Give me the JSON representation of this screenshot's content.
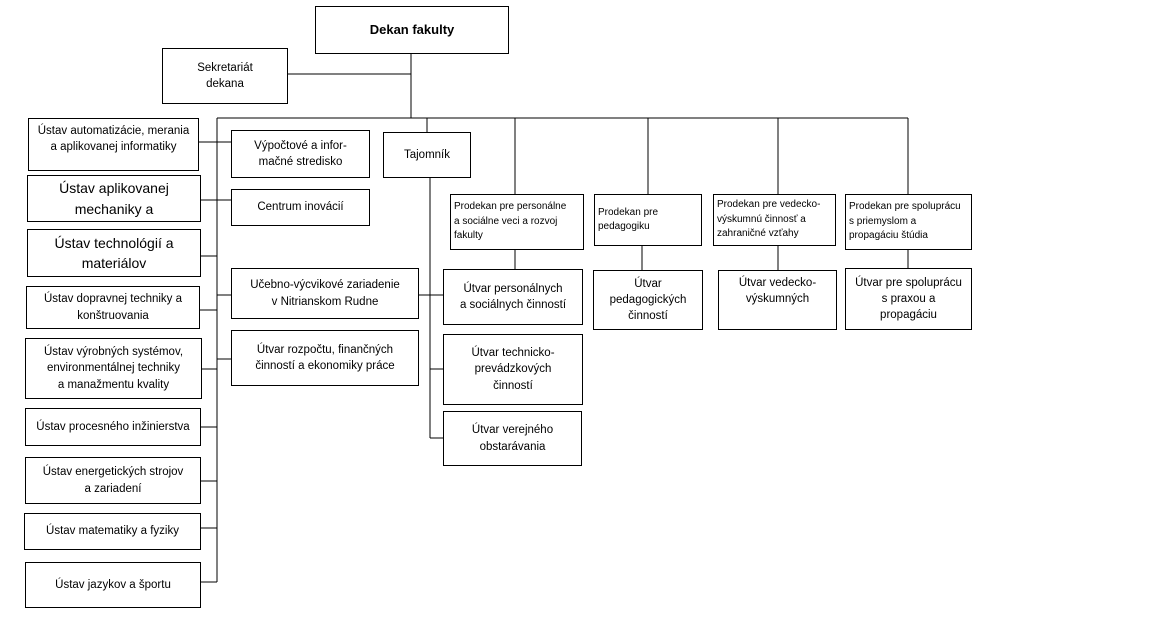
{
  "dean": "Dekan fakulty",
  "secretariat": "Sekretariát\ndekana",
  "secretary": "Tajomník",
  "institutes": [
    "Ústav automatizácie, merania\na aplikovanej informatiky",
    "Ústav aplikovanej\nmechaniky a",
    "Ústav technológií a\nmateriálov",
    "Ústav dopravnej techniky a\nkonštruovania",
    "Ústav výrobných systémov,\nenvironmentálnej techniky\na manažmentu kvality",
    "Ústav procesného inžinierstva",
    "Ústav energetických strojov\na zariadení",
    "Ústav matematiky a fyziky",
    "Ústav jazykov a športu"
  ],
  "centers": [
    "Výpočtové a infor-\nmačné stredisko",
    "Centrum inovácií",
    "Učebno-výcvikové zariadenie\nv Nitrianskom Rudne",
    "Útvar rozpočtu, finančných\nčinností a ekonomiky práce"
  ],
  "secretary_units": [
    "Útvar personálnych\na sociálnych činností",
    "Útvar technicko-\nprevádzkových\nčinností",
    "Útvar verejného\nobstarávania"
  ],
  "vice_deans": [
    "Prodekan pre personálne\na sociálne veci a rozvoj\nfakulty",
    "Prodekan pre\npedagogiku",
    "Prodekan pre vedecko-\nvýskumnú činnosť a\nzahraničné vzťahy",
    "Prodekan pre spoluprácu\ns priemyslom a\npropagáciu štúdia"
  ],
  "vice_dean_units": [
    "Útvar\npedagogických\nčinností",
    "Útvar vedecko-\nvýskumných",
    "Útvar pre spoluprácu\ns praxou a\npropagáciu"
  ]
}
